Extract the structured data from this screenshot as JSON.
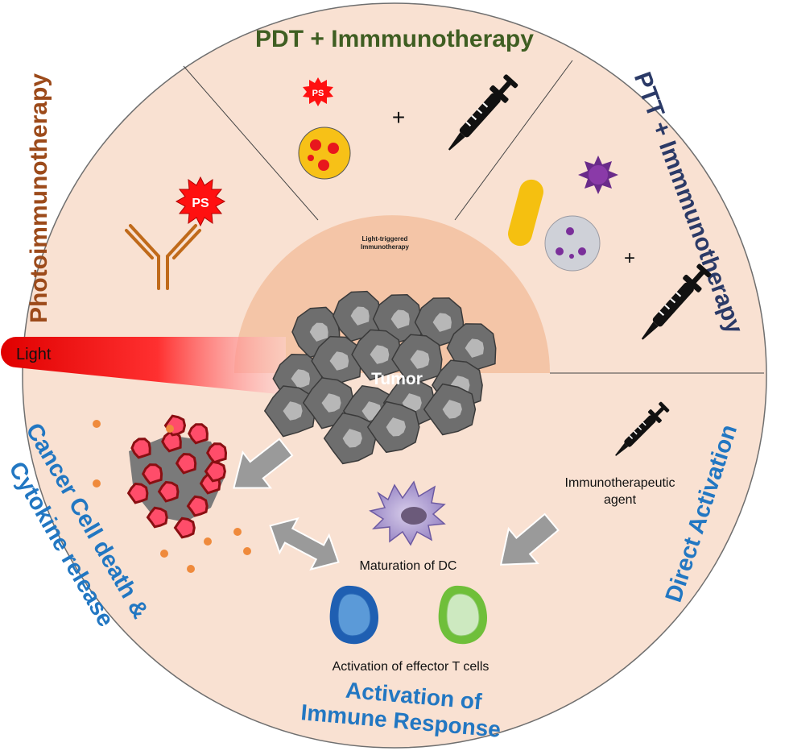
{
  "sectors": {
    "photoimmunotherapy": "Photoimmunotherapy",
    "pdt_immunotherapy": "PDT + Immmunotherapy",
    "ptt_immunotherapy": "PTT + Immmunotherapy",
    "cancer_cell_death_line1": "Cancer Cell death &",
    "cancer_cell_death_line2": "Cytokine release",
    "direct_activation": "Direct Activation",
    "immune_response_line1": "Activation of",
    "immune_response_line2": "Immune Response"
  },
  "center": {
    "title_line1": "Light-triggered",
    "title_line2": "Immunotherapy",
    "tumor": "Tumor"
  },
  "labels": {
    "light": "Light",
    "ps": "PS",
    "plus": "+",
    "immuno_agent_line1": "Immunotherapeutic",
    "immuno_agent_line2": "agent",
    "maturation_dc": "Maturation of DC",
    "effector_t": "Activation of effector T cells"
  },
  "colors": {
    "background_disc": "#f9e1d2",
    "inner_semicircle": "#f4c5a7",
    "photoimmuno_title": "#9c4a1a",
    "pdt_title": "#3f5e22",
    "ptt_title": "#2b3a67",
    "blue_titles": "#2277c2",
    "ps_red": "#ff1010",
    "antibody": "#c06a1a",
    "tumor_cell": "#6e6e6e"
  }
}
